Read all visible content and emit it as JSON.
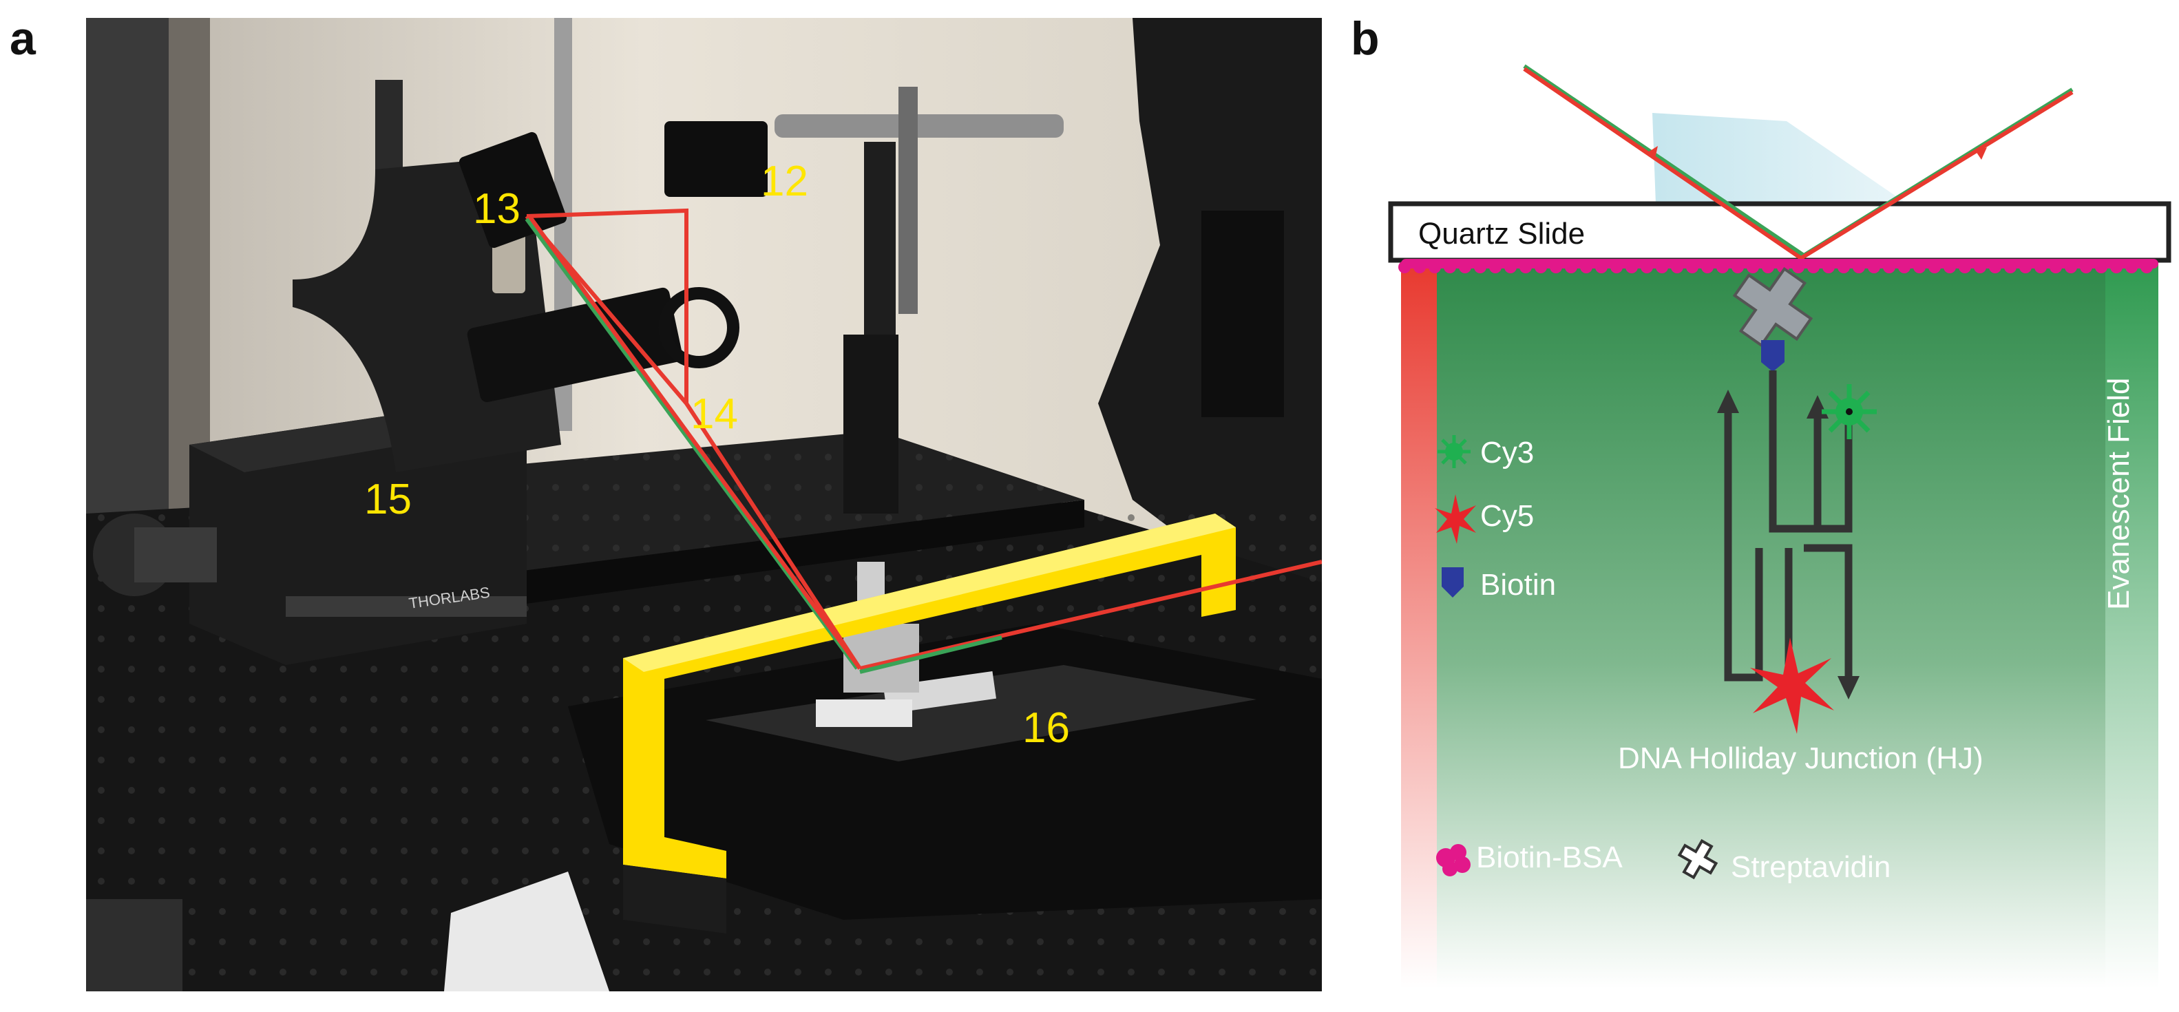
{
  "panels": {
    "a": {
      "letter": "a"
    },
    "b": {
      "letter": "b"
    }
  },
  "photo": {
    "labels": [
      "12",
      "13",
      "14",
      "15",
      "16"
    ],
    "brand_text": "THORLABS"
  },
  "diagram": {
    "slide_label": "Quartz Slide",
    "field_label": "Evanescent Field",
    "junction_label": "DNA Holliday Junction (HJ)",
    "legend": {
      "cy3": "Cy3",
      "cy5": "Cy5",
      "biotin": "Biotin",
      "biotin_bsa": "Biotin-BSA",
      "streptavidin": "Streptavidin"
    }
  },
  "colors": {
    "laser_red": "#e8392f",
    "laser_green": "#3aa357",
    "cy3_green": "#1fb050",
    "cy5_red": "#e8232a",
    "biotin_blue": "#2b3a9e",
    "bsa_magenta": "#e2188a",
    "field_green": "#2f8a4a",
    "label_yellow": "#ffe600"
  }
}
